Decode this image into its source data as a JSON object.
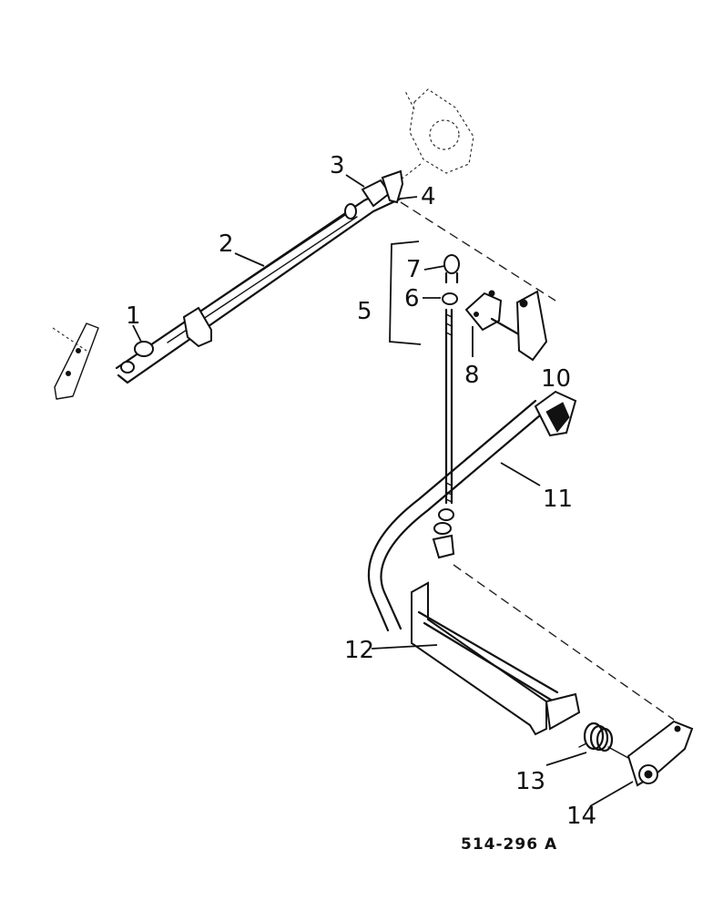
{
  "callouts": {
    "c1": "1",
    "c2": "2",
    "c3": "3",
    "c4": "4",
    "c5": "5",
    "c6": "6",
    "c7": "7",
    "c8": "8",
    "c10": "10",
    "c11": "11",
    "c12": "12",
    "c13": "13",
    "c14": "14"
  },
  "figure_code": "514-296 A"
}
